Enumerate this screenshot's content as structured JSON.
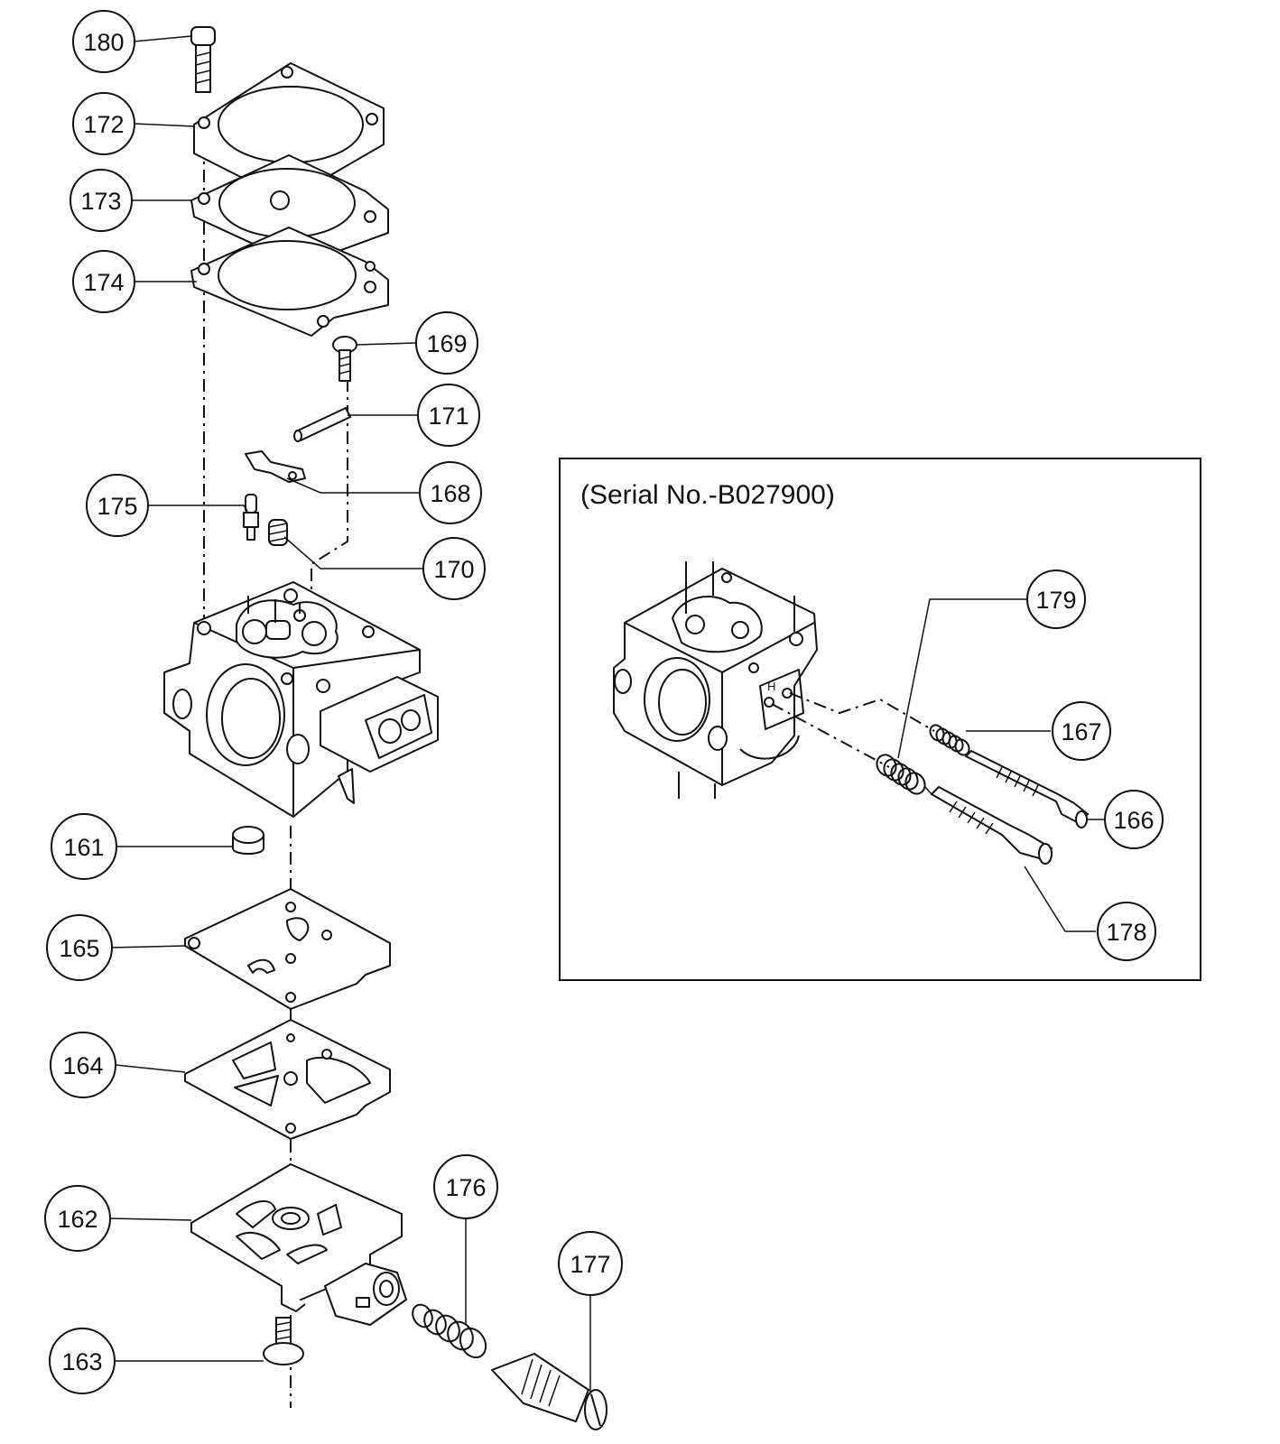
{
  "inset": {
    "title": "(Serial No.-B027900)"
  },
  "callouts": {
    "c180": "180",
    "c172": "172",
    "c173": "173",
    "c174": "174",
    "c169": "169",
    "c171": "171",
    "c168": "168",
    "c175": "175",
    "c170": "170",
    "c161": "161",
    "c165": "165",
    "c164": "164",
    "c162": "162",
    "c176": "176",
    "c177": "177",
    "c163": "163",
    "c179": "179",
    "c167": "167",
    "c166": "166",
    "c178": "178"
  }
}
